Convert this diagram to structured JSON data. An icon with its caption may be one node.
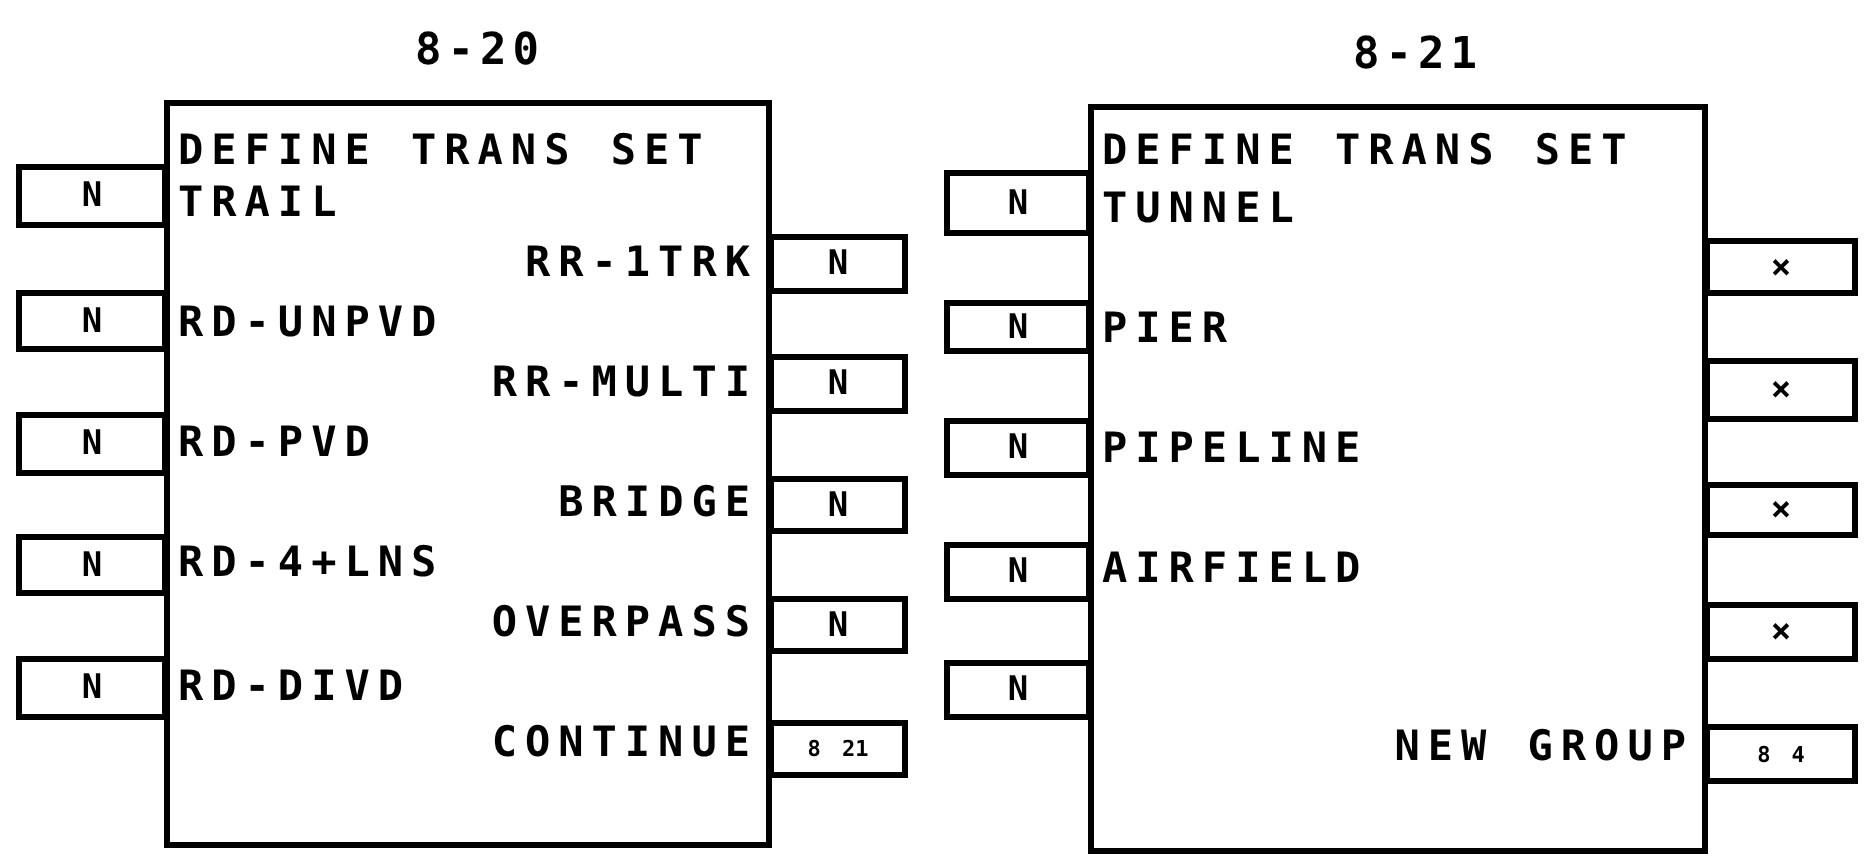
{
  "diagram": {
    "nodes": [
      {
        "text": [
          "8-20",
          "DEFINE TRANS SET",
          "TRAIL",
          "RR-1TRK",
          "RD-UNPVD",
          "RR-MULTI",
          "RD-PVD",
          "BRIDGE",
          "RD-4+LNS",
          "OVERPASS",
          "RD-DIVD",
          "CONTINUE"
        ]
      },
      {
        "text": [
          "N"
        ]
      },
      {
        "text": [
          "N"
        ]
      },
      {
        "text": [
          "N"
        ]
      },
      {
        "text": [
          "N"
        ]
      },
      {
        "text": [
          "N"
        ]
      },
      {
        "text": [
          "N"
        ]
      },
      {
        "text": [
          "N"
        ]
      },
      {
        "text": [
          "N"
        ]
      },
      {
        "text": [
          "N"
        ]
      },
      {
        "text": [
          "8 21"
        ]
      },
      {
        "text": [
          "8-21",
          "DEFINE TRANS SET",
          "TUNNEL",
          "PIER",
          "PIPELINE",
          "AIRFIELD",
          "NEW GROUP"
        ]
      },
      {
        "text": [
          "N"
        ]
      },
      {
        "text": [
          "N"
        ]
      },
      {
        "text": [
          "N"
        ]
      },
      {
        "text": [
          "N"
        ]
      },
      {
        "text": [
          "N"
        ]
      },
      {
        "text": [
          "×"
        ]
      },
      {
        "text": [
          "×"
        ]
      },
      {
        "text": [
          "×"
        ]
      },
      {
        "text": [
          "×"
        ]
      },
      {
        "text": [
          "8 4"
        ]
      }
    ]
  }
}
